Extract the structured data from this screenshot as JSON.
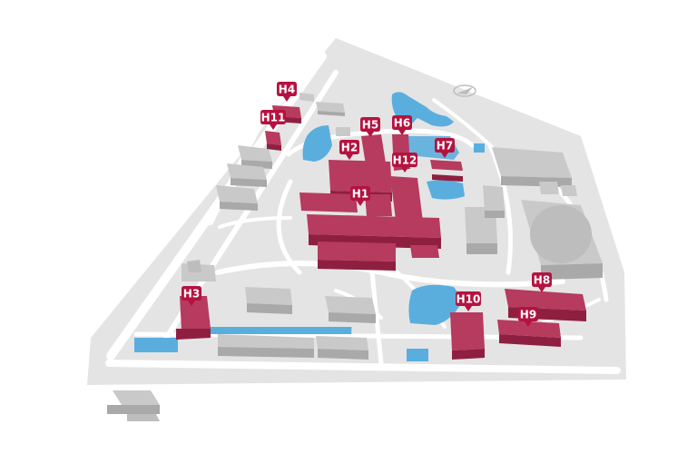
{
  "map": {
    "colors": {
      "ground": "#e4e4e4",
      "road": "#ffffff",
      "water": "#5aaede",
      "building_top": "#c9c9c9",
      "building_side": "#a9a9a9",
      "hospital_top": "#b63b5e",
      "hospital_side": "#8f1f40",
      "pin": "#b5123f",
      "pin_text": "#ffffff"
    },
    "compass_icon": "north-arrow-icon",
    "pins": [
      {
        "id": "h4",
        "label": "H4"
      },
      {
        "id": "h11",
        "label": "H11"
      },
      {
        "id": "h5",
        "label": "H5"
      },
      {
        "id": "h6",
        "label": "H6"
      },
      {
        "id": "h2",
        "label": "H2"
      },
      {
        "id": "h7",
        "label": "H7"
      },
      {
        "id": "h12",
        "label": "H12"
      },
      {
        "id": "h1",
        "label": "H1"
      },
      {
        "id": "h3",
        "label": "H3"
      },
      {
        "id": "h8",
        "label": "H8"
      },
      {
        "id": "h10",
        "label": "H10"
      },
      {
        "id": "h9",
        "label": "H9"
      }
    ]
  }
}
